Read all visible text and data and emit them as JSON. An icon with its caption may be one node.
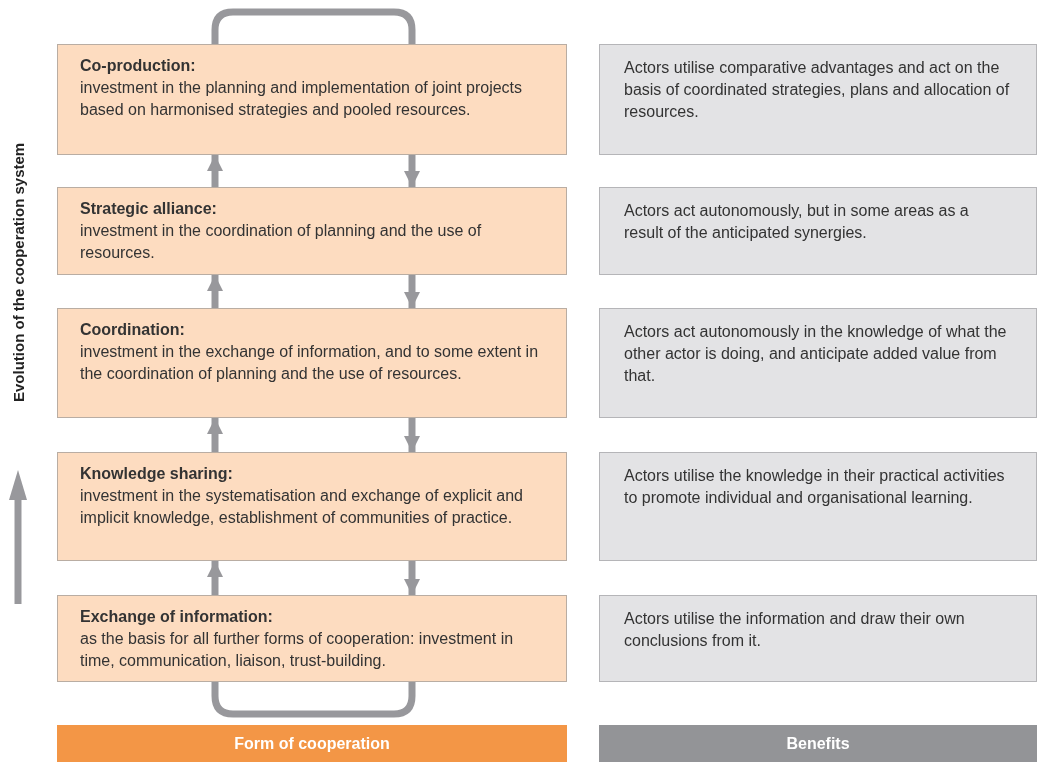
{
  "diagram": {
    "nodes": [
      {
        "text": [
          "Co-production:",
          "investment in the planning and implementation of joint projects based on harmonised strategies and pooled resources."
        ]
      },
      {
        "text": [
          "Strategic alliance:",
          "investment in the coordination of planning and the use of resources."
        ]
      },
      {
        "text": [
          "Coordination:",
          "investment in the exchange of information, and to some extent in the coordination of planning and the use of resources."
        ]
      },
      {
        "text": [
          "Knowledge sharing:",
          "investment in the systematisation and exchange of explicit and implicit knowledge, establishment of communities of practice."
        ]
      },
      {
        "text": [
          "Exchange of information:",
          "as the basis for all further forms of cooperation: investment in time, communication, liaison, trust-building."
        ]
      },
      {
        "text": [
          "Actors utilise comparative advantages and act on the basis of coordinated strategies, plans and allocation of resources."
        ]
      },
      {
        "text": [
          "Actors act autonomously, but in some areas as a result of the anticipated synergies."
        ]
      },
      {
        "text": [
          "Actors act autonomously in the knowledge of what the other actor is doing, and anticipate added value from that."
        ]
      },
      {
        "text": [
          "Actors utilise the knowledge in their practical activities to promote individual and organisational learning."
        ]
      },
      {
        "text": [
          "Actors utilise the information and draw their own conclusions from it."
        ]
      },
      {
        "text": [
          "Form of cooperation"
        ]
      },
      {
        "text": [
          "Benefits"
        ]
      }
    ],
    "edges": [
      {
        "from": 0,
        "to": 0,
        "arrow": "none"
      },
      {
        "from": 1,
        "to": 0,
        "arrow": "to"
      },
      {
        "from": 0,
        "to": 1,
        "arrow": "to"
      },
      {
        "from": 2,
        "to": 1,
        "arrow": "to"
      },
      {
        "from": 1,
        "to": 2,
        "arrow": "to"
      },
      {
        "from": 3,
        "to": 2,
        "arrow": "to"
      },
      {
        "from": 2,
        "to": 3,
        "arrow": "to"
      },
      {
        "from": 4,
        "to": 3,
        "arrow": "to"
      },
      {
        "from": 3,
        "to": 4,
        "arrow": "to"
      },
      {
        "from": 4,
        "to": 4,
        "arrow": "none"
      }
    ],
    "labels": [
      "Evolution of the cooperation system"
    ]
  }
}
